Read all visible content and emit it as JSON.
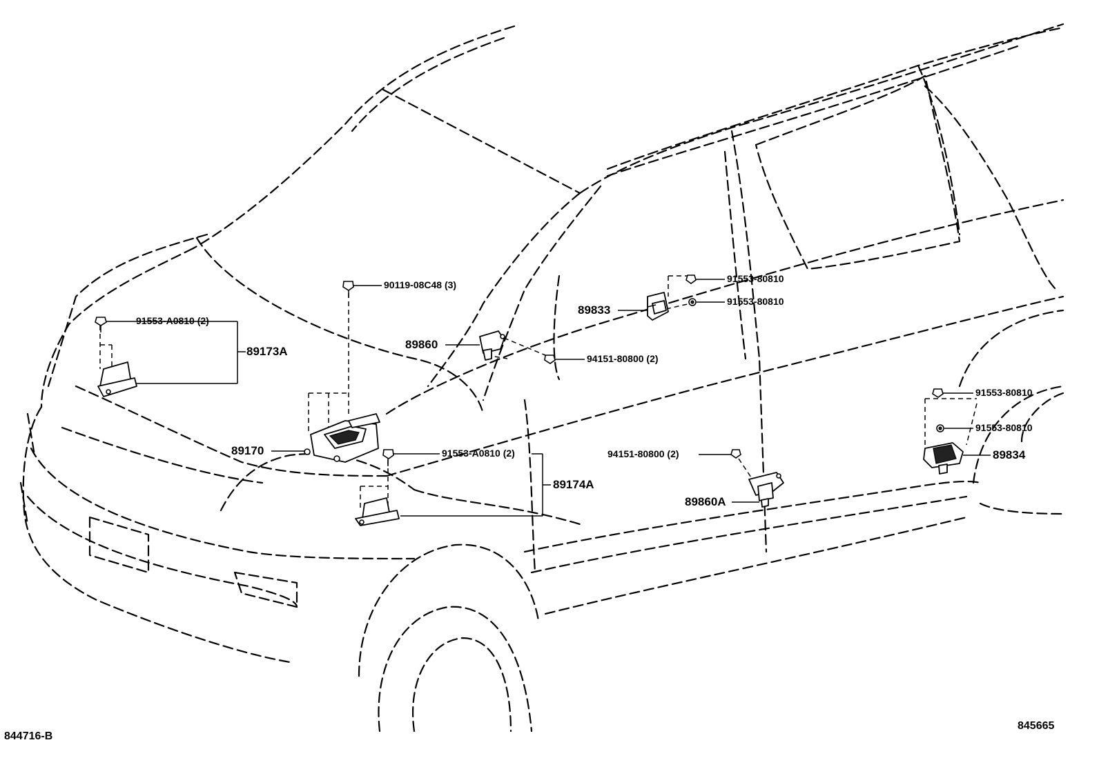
{
  "diagram": {
    "parts": [
      {
        "id": "89173A",
        "label": "89173A"
      },
      {
        "id": "89170",
        "label": "89170"
      },
      {
        "id": "89174A",
        "label": "89174A"
      },
      {
        "id": "89860",
        "label": "89860"
      },
      {
        "id": "89833",
        "label": "89833"
      },
      {
        "id": "89834",
        "label": "89834"
      },
      {
        "id": "89860A",
        "label": "89860A"
      }
    ],
    "fasteners": [
      {
        "id": "f1",
        "label": "91553-A0810 (2)"
      },
      {
        "id": "f2",
        "label": "90119-08C48 (3)"
      },
      {
        "id": "f3",
        "label": "91553-A0810 (2)"
      },
      {
        "id": "f4",
        "label": "91553-80810"
      },
      {
        "id": "f5",
        "label": "91553-80810"
      },
      {
        "id": "f6",
        "label": "94151-80800 (2)"
      },
      {
        "id": "f7",
        "label": "91553-80810"
      },
      {
        "id": "f8",
        "label": "91553-80810"
      },
      {
        "id": "f9",
        "label": "94151-80800 (2)"
      }
    ],
    "references": {
      "left": "844716-B",
      "right": "845665"
    }
  }
}
